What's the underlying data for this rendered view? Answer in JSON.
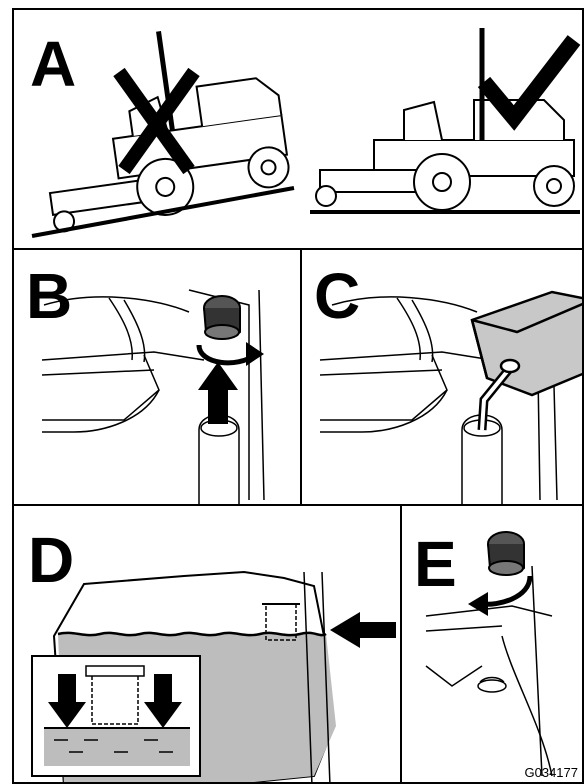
{
  "panels": {
    "a": {
      "letter": "A"
    },
    "b": {
      "letter": "B"
    },
    "c": {
      "letter": "C"
    },
    "d": {
      "letter": "D"
    },
    "e": {
      "letter": "E"
    }
  },
  "figure_code": "G034177",
  "colors": {
    "fuel": "#bdbdbd",
    "ink": "#000000",
    "paper": "#ffffff"
  }
}
